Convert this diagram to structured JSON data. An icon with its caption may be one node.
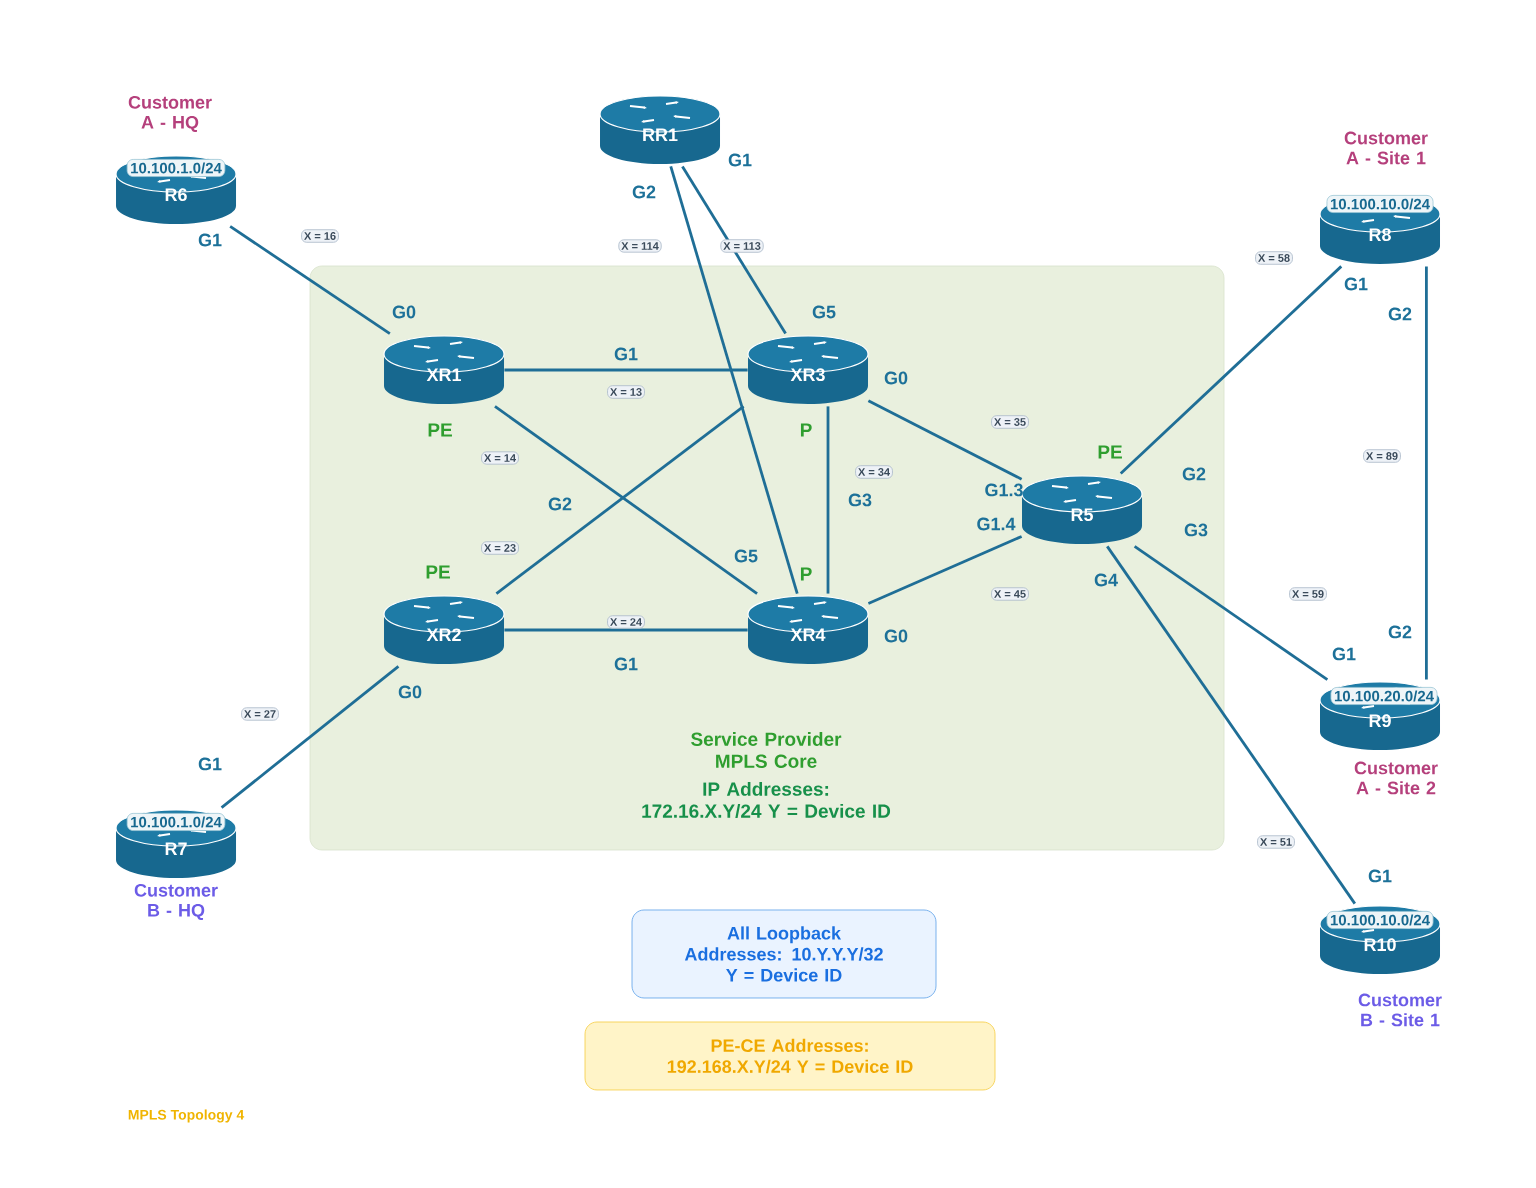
{
  "diagram": {
    "nodes": [
      {
        "text": [
          "Service Provider MPLS Core",
          "IP Addresses: 172.16.X.Y/24 Y = Device ID"
        ]
      },
      {
        "text": [
          "R6"
        ],
        "beside": [
          "Customer A - HQ",
          "10.100.1.0/24",
          "G1"
        ]
      },
      {
        "text": [
          "RR1"
        ],
        "beside": [
          "G1",
          "G2"
        ]
      },
      {
        "text": [
          "XR1"
        ],
        "in": 0,
        "beside": [
          "G0",
          "PE"
        ]
      },
      {
        "text": [
          "XR3"
        ],
        "in": 0,
        "beside": [
          "G5",
          "P",
          "G0",
          "G3"
        ]
      },
      {
        "text": [
          "R8"
        ],
        "beside": [
          "Customer A - Site 1",
          "10.100.10.0/24",
          "G1",
          "G2"
        ]
      },
      {
        "text": [
          "R5"
        ],
        "in": 0,
        "beside": [
          "PE",
          "G1.3",
          "G1.4",
          "G2",
          "G3",
          "G4"
        ]
      },
      {
        "text": [
          "XR2"
        ],
        "in": 0,
        "beside": [
          "PE",
          "G0"
        ]
      },
      {
        "text": [
          "XR4"
        ],
        "in": 0,
        "beside": [
          "G5",
          "P",
          "G0"
        ]
      },
      {
        "text": [
          "R9"
        ],
        "beside": [
          "G2",
          "G1",
          "10.100.20.0/24",
          "Customer A - Site 2"
        ]
      },
      {
        "text": [
          "R7"
        ],
        "beside": [
          "G1",
          "10.100.1.0/24",
          "Customer B - HQ"
        ]
      },
      {
        "text": [
          "R10"
        ],
        "beside": [
          "G1",
          "10.100.10.0/24",
          "Customer B - Site 1"
        ]
      },
      {
        "text": [
          "All Loopback Addresses: 10.Y.Y.Y/32",
          "Y = Device ID"
        ]
      },
      {
        "text": [
          "PE-CE Addresses: 192.168.X.Y/24 Y = Device ID"
        ]
      }
    ],
    "edges": [
      {
        "from": 1,
        "to": 3,
        "arrow": "none",
        "label": "X = 16"
      },
      {
        "from": 3,
        "to": 4,
        "arrow": "none",
        "label": "X = 13"
      },
      {
        "from": 3,
        "to": 8,
        "arrow": "none",
        "label": "X = 14"
      },
      {
        "from": 7,
        "to": 4,
        "arrow": "none",
        "label": "X = 23"
      },
      {
        "from": 7,
        "to": 8,
        "arrow": "none",
        "label": "X = 24"
      },
      {
        "from": 7,
        "to": 10,
        "arrow": "none",
        "label": "X = 27"
      },
      {
        "from": 2,
        "to": 4,
        "arrow": "none",
        "label": "X = 113"
      },
      {
        "from": 2,
        "to": 8,
        "arrow": "none",
        "label": "X = 114"
      },
      {
        "from": 4,
        "to": 8,
        "arrow": "none",
        "label": "X = 34"
      },
      {
        "from": 4,
        "to": 6,
        "arrow": "none",
        "label": "X = 35"
      },
      {
        "from": 8,
        "to": 6,
        "arrow": "none",
        "label": "X = 45"
      },
      {
        "from": 6,
        "to": 5,
        "arrow": "none",
        "label": "X = 58"
      },
      {
        "from": 6,
        "to": 9,
        "arrow": "none",
        "label": "X = 59"
      },
      {
        "from": 6,
        "to": 11,
        "arrow": "none",
        "label": "X = 51"
      },
      {
        "from": 5,
        "to": 9,
        "arrow": "none",
        "label": "X = 89"
      }
    ],
    "labels": [
      "G1",
      "G2",
      "G1",
      "MPLS Topology 4"
    ]
  }
}
